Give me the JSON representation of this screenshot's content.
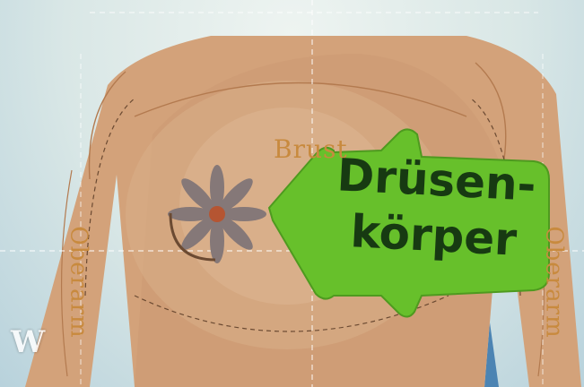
{
  "labels": {
    "brust": "Brust",
    "oberarm_left": "Oberarm",
    "oberarm_right": "Oberarm"
  },
  "callout": {
    "line1": "Drüsen-",
    "line2": "körper",
    "color": "#67c02b"
  },
  "logo": "W",
  "colors": {
    "skin": "#d3a27a",
    "skin_line": "#b37a4f",
    "background": "#d9e7e6",
    "callout_green": "#67c02b",
    "flower_petal": "#857878",
    "flower_center": "#b55532"
  }
}
